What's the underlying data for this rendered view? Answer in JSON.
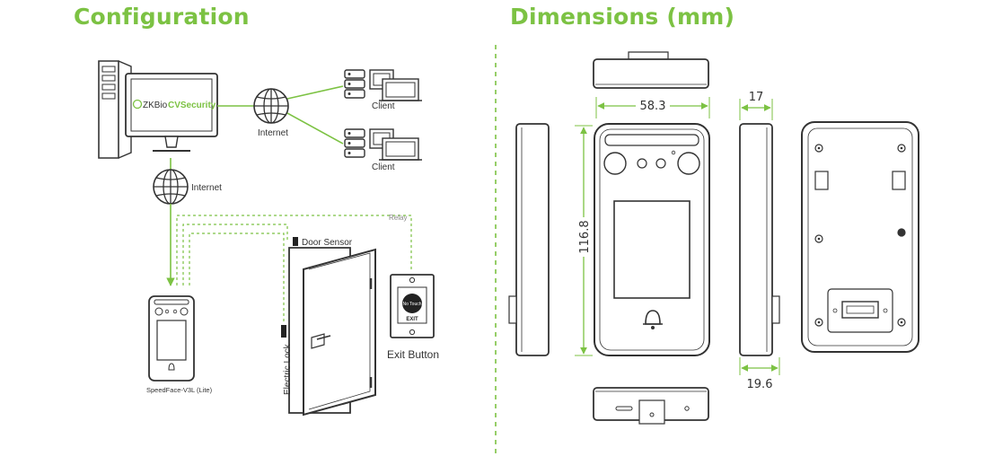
{
  "titles": {
    "configuration": "Configuration",
    "dimensions": "Dimensions (mm)"
  },
  "config": {
    "software_brand": "ZKBio",
    "software_name": "CVSecurity",
    "internet_top": "Internet",
    "internet_bottom": "Internet",
    "client_1": "Client",
    "client_2": "Client",
    "relay": "Relay",
    "door_sensor": "Door Sensor",
    "electric_lock": "Electric Lock",
    "exit_button": "Exit Button",
    "exit_button_face": "EXIT",
    "exit_button_touch": "No Touch",
    "device_model": "SpeedFace-V3L (Lite)"
  },
  "dimensions": {
    "width": "58.3",
    "height": "116.8",
    "depth": "17",
    "depth_base": "19.6"
  },
  "colors": {
    "accent": "#7cc243",
    "line": "#333333"
  }
}
